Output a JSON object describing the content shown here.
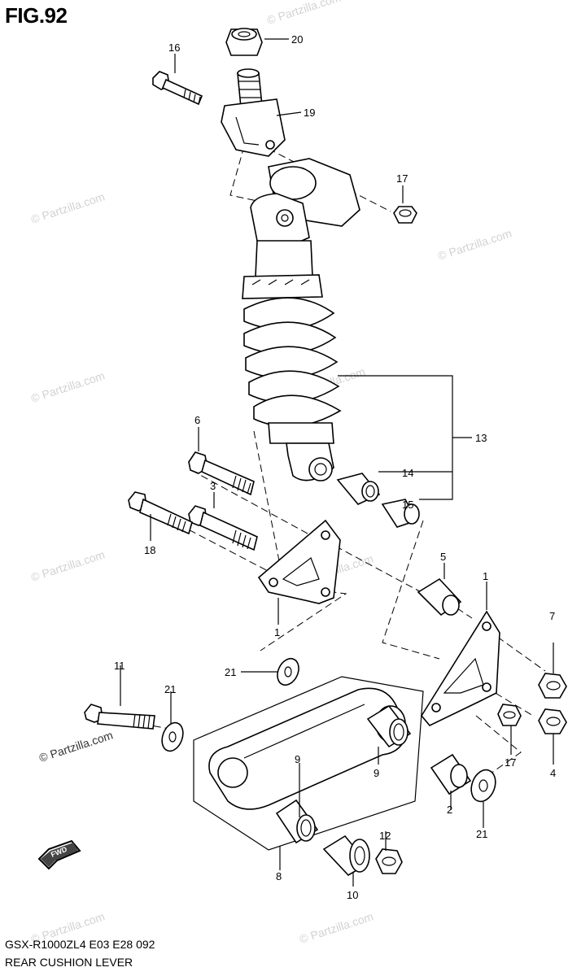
{
  "figure": {
    "title": "FIG.92",
    "model_line": "GSX-R1000ZL4  E03  E28  092",
    "caption": "REAR CUSHION LEVER"
  },
  "watermark": "© Partzilla.com",
  "callouts": [
    "20",
    "16",
    "19",
    "17",
    "13",
    "14",
    "15",
    "6",
    "3",
    "18",
    "5",
    "1",
    "1",
    "7",
    "21",
    "11",
    "21",
    "9",
    "9",
    "17",
    "4",
    "2",
    "21",
    "12",
    "8",
    "10"
  ],
  "badge": {
    "text": "FWD"
  }
}
